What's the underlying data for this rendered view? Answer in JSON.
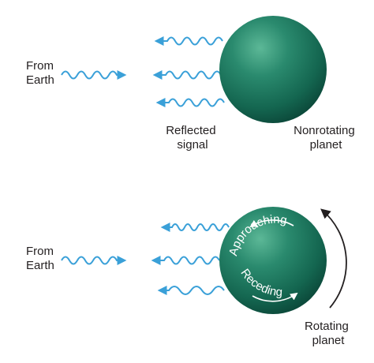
{
  "top_panel": {
    "incoming_label": [
      "From",
      "Earth"
    ],
    "reflected_label": [
      "Reflected",
      "signal"
    ],
    "planet_label": [
      "Nonrotating",
      "planet"
    ]
  },
  "bottom_panel": {
    "incoming_label": [
      "From",
      "Earth"
    ],
    "approaching_label": "Approaching",
    "receding_label": "Receding",
    "planet_label": [
      "Rotating",
      "planet"
    ]
  },
  "colors": {
    "wave": "#3aa0d8",
    "planet_dark": "#0c4a3c",
    "planet_mid": "#1f7a62",
    "planet_light": "#4fae8e",
    "text": "#231f20",
    "arrow": "#231f20"
  }
}
